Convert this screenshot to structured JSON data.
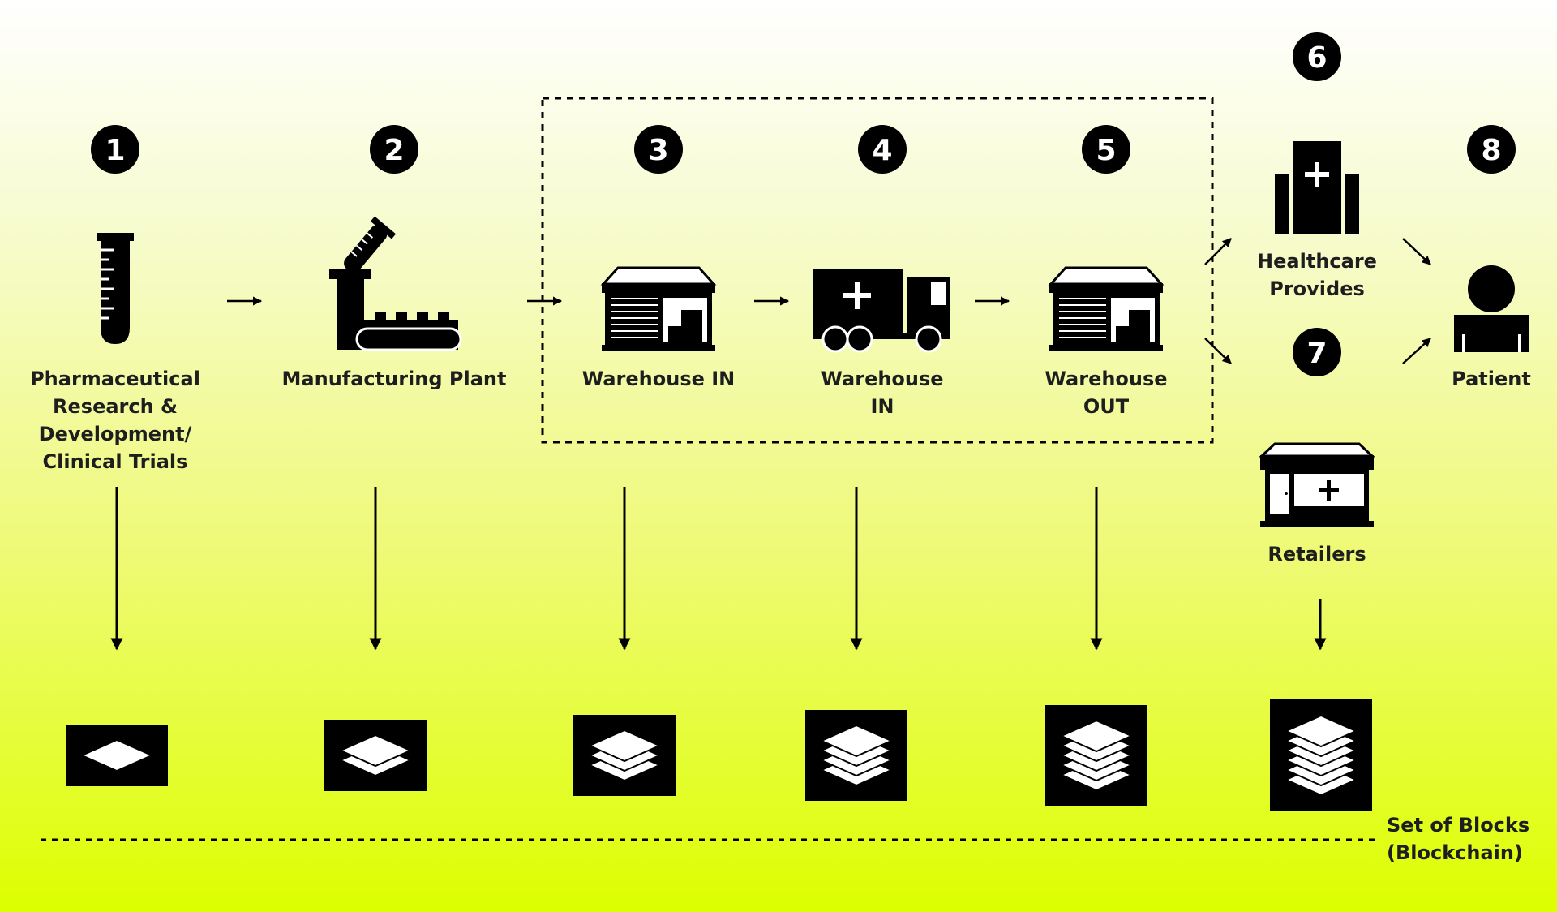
{
  "stages": [
    {
      "id": "s1",
      "number": "1",
      "label": "Pharmaceutical\nResearch &\nDevelopment/\nClinical Trials",
      "icon": "test-tube-icon",
      "layers": 1
    },
    {
      "id": "s2",
      "number": "2",
      "label": "Manufacturing Plant",
      "icon": "factory-icon",
      "layers": 2
    },
    {
      "id": "s3",
      "number": "3",
      "label": "Warehouse IN",
      "icon": "warehouse-icon",
      "layers": 3
    },
    {
      "id": "s4",
      "number": "4",
      "label": "Warehouse\nIN",
      "icon": "truck-icon",
      "layers": 4
    },
    {
      "id": "s5",
      "number": "5",
      "label": "Warehouse\nOUT",
      "icon": "warehouse-icon",
      "layers": 5
    },
    {
      "id": "s6",
      "number": "6",
      "label": "Healthcare\nProvides",
      "icon": "hospital-icon"
    },
    {
      "id": "s7",
      "number": "7",
      "label": "Retailers",
      "icon": "pharmacy-icon",
      "layers": 6
    },
    {
      "id": "s8",
      "number": "8",
      "label": "Patient",
      "icon": "person-icon"
    }
  ],
  "footer": {
    "label": "Set of Blocks\n(Blockchain)"
  },
  "colors": {
    "ink": "#000000",
    "text": "#1e1e1e",
    "bg_top": "#ffffff",
    "bg_bottom": "#dcff00"
  }
}
